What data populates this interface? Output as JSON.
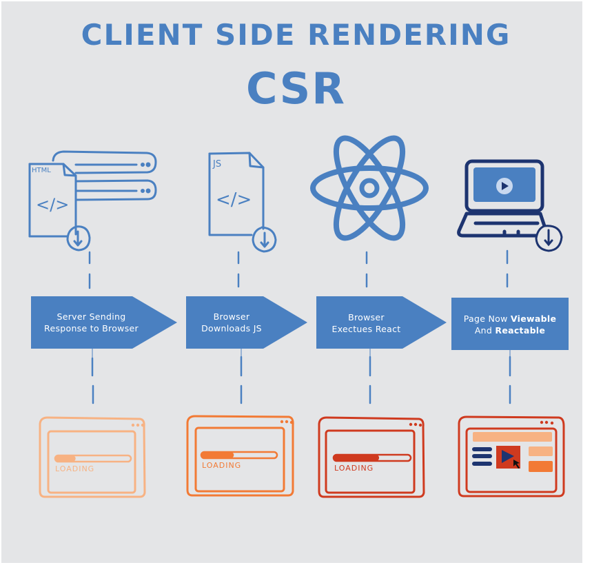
{
  "header": {
    "title": "CLIENT SIDE RENDERING",
    "subtitle": "CSR"
  },
  "colors": {
    "background": "#e4e5e7",
    "primary_blue": "#4a80c1",
    "navy": "#1d3470",
    "orange_light": "#f7b283",
    "orange": "#f27a35",
    "red": "#cf3a1f"
  },
  "steps": [
    {
      "icon": "html-file-download-icon",
      "icon_text": "HTML",
      "label_lines": [
        "Server Sending",
        "Response to Browser"
      ],
      "browser_state": "loading",
      "loading_text": "LOADING",
      "progress": 0.27
    },
    {
      "icon": "js-file-download-icon",
      "icon_text": "JS",
      "label_lines": [
        "Browser",
        "Downloads JS"
      ],
      "browser_state": "loading",
      "loading_text": "LOADING",
      "progress": 0.43
    },
    {
      "icon": "react-atom-icon",
      "label_lines": [
        "Browser",
        "Exectues React"
      ],
      "browser_state": "loading",
      "loading_text": "LOADING",
      "progress": 0.59
    },
    {
      "icon": "laptop-video-download-icon",
      "label_prefix": "Page Now ",
      "label_bold_1": "Viewable",
      "label_mid": "And ",
      "label_bold_2": "Reactable",
      "browser_state": "rendered"
    }
  ],
  "code_glyph": "</>"
}
